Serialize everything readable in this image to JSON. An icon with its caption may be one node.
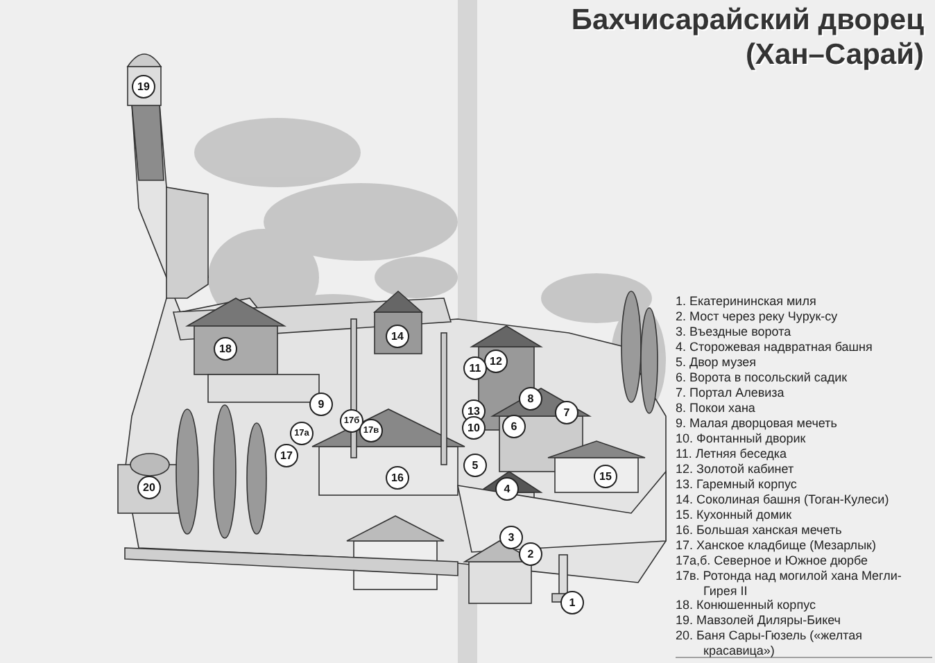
{
  "diagram": {
    "title": "Бахчисарайский дворец (Хан–Сарай)",
    "labels": [
      "19",
      "14",
      "18",
      "12",
      "11",
      "8",
      "9",
      "13",
      "7",
      "17б",
      "6",
      "10",
      "17в",
      "17а",
      "17",
      "5",
      "15",
      "16",
      "20",
      "4",
      "3",
      "2",
      "1",
      "1. Екатерининская миля",
      "2. Мост через реку Чурук-су",
      "3. Въездные ворота",
      "4. Сторожевая надвратная башня",
      "5. Двор музея",
      "6. Ворота в посольский садик",
      "7. Портал Алевиза",
      "8. Покои хана",
      "9. Малая дворцовая мечеть",
      "10. Фонтанный дворик",
      "11. Летняя беседка",
      "12. Золотой кабинет",
      "13. Гаремный корпус",
      "14. Соколиная башня (Тоган-Кулеси)",
      "15. Кухонный домик",
      "16. Большая ханская мечеть",
      "17. Ханское кладбище (Мезарлык)",
      "17а,б. Северное и Южное дюрбе",
      "17в. Ротонда над могилой хана Мегли-Гирея II",
      "18. Конюшенный корпус",
      "19. Мавзолей Диляры-Бикеч",
      "20. Баня Сары-Гюзель («желтая красавица»)"
    ]
  }
}
